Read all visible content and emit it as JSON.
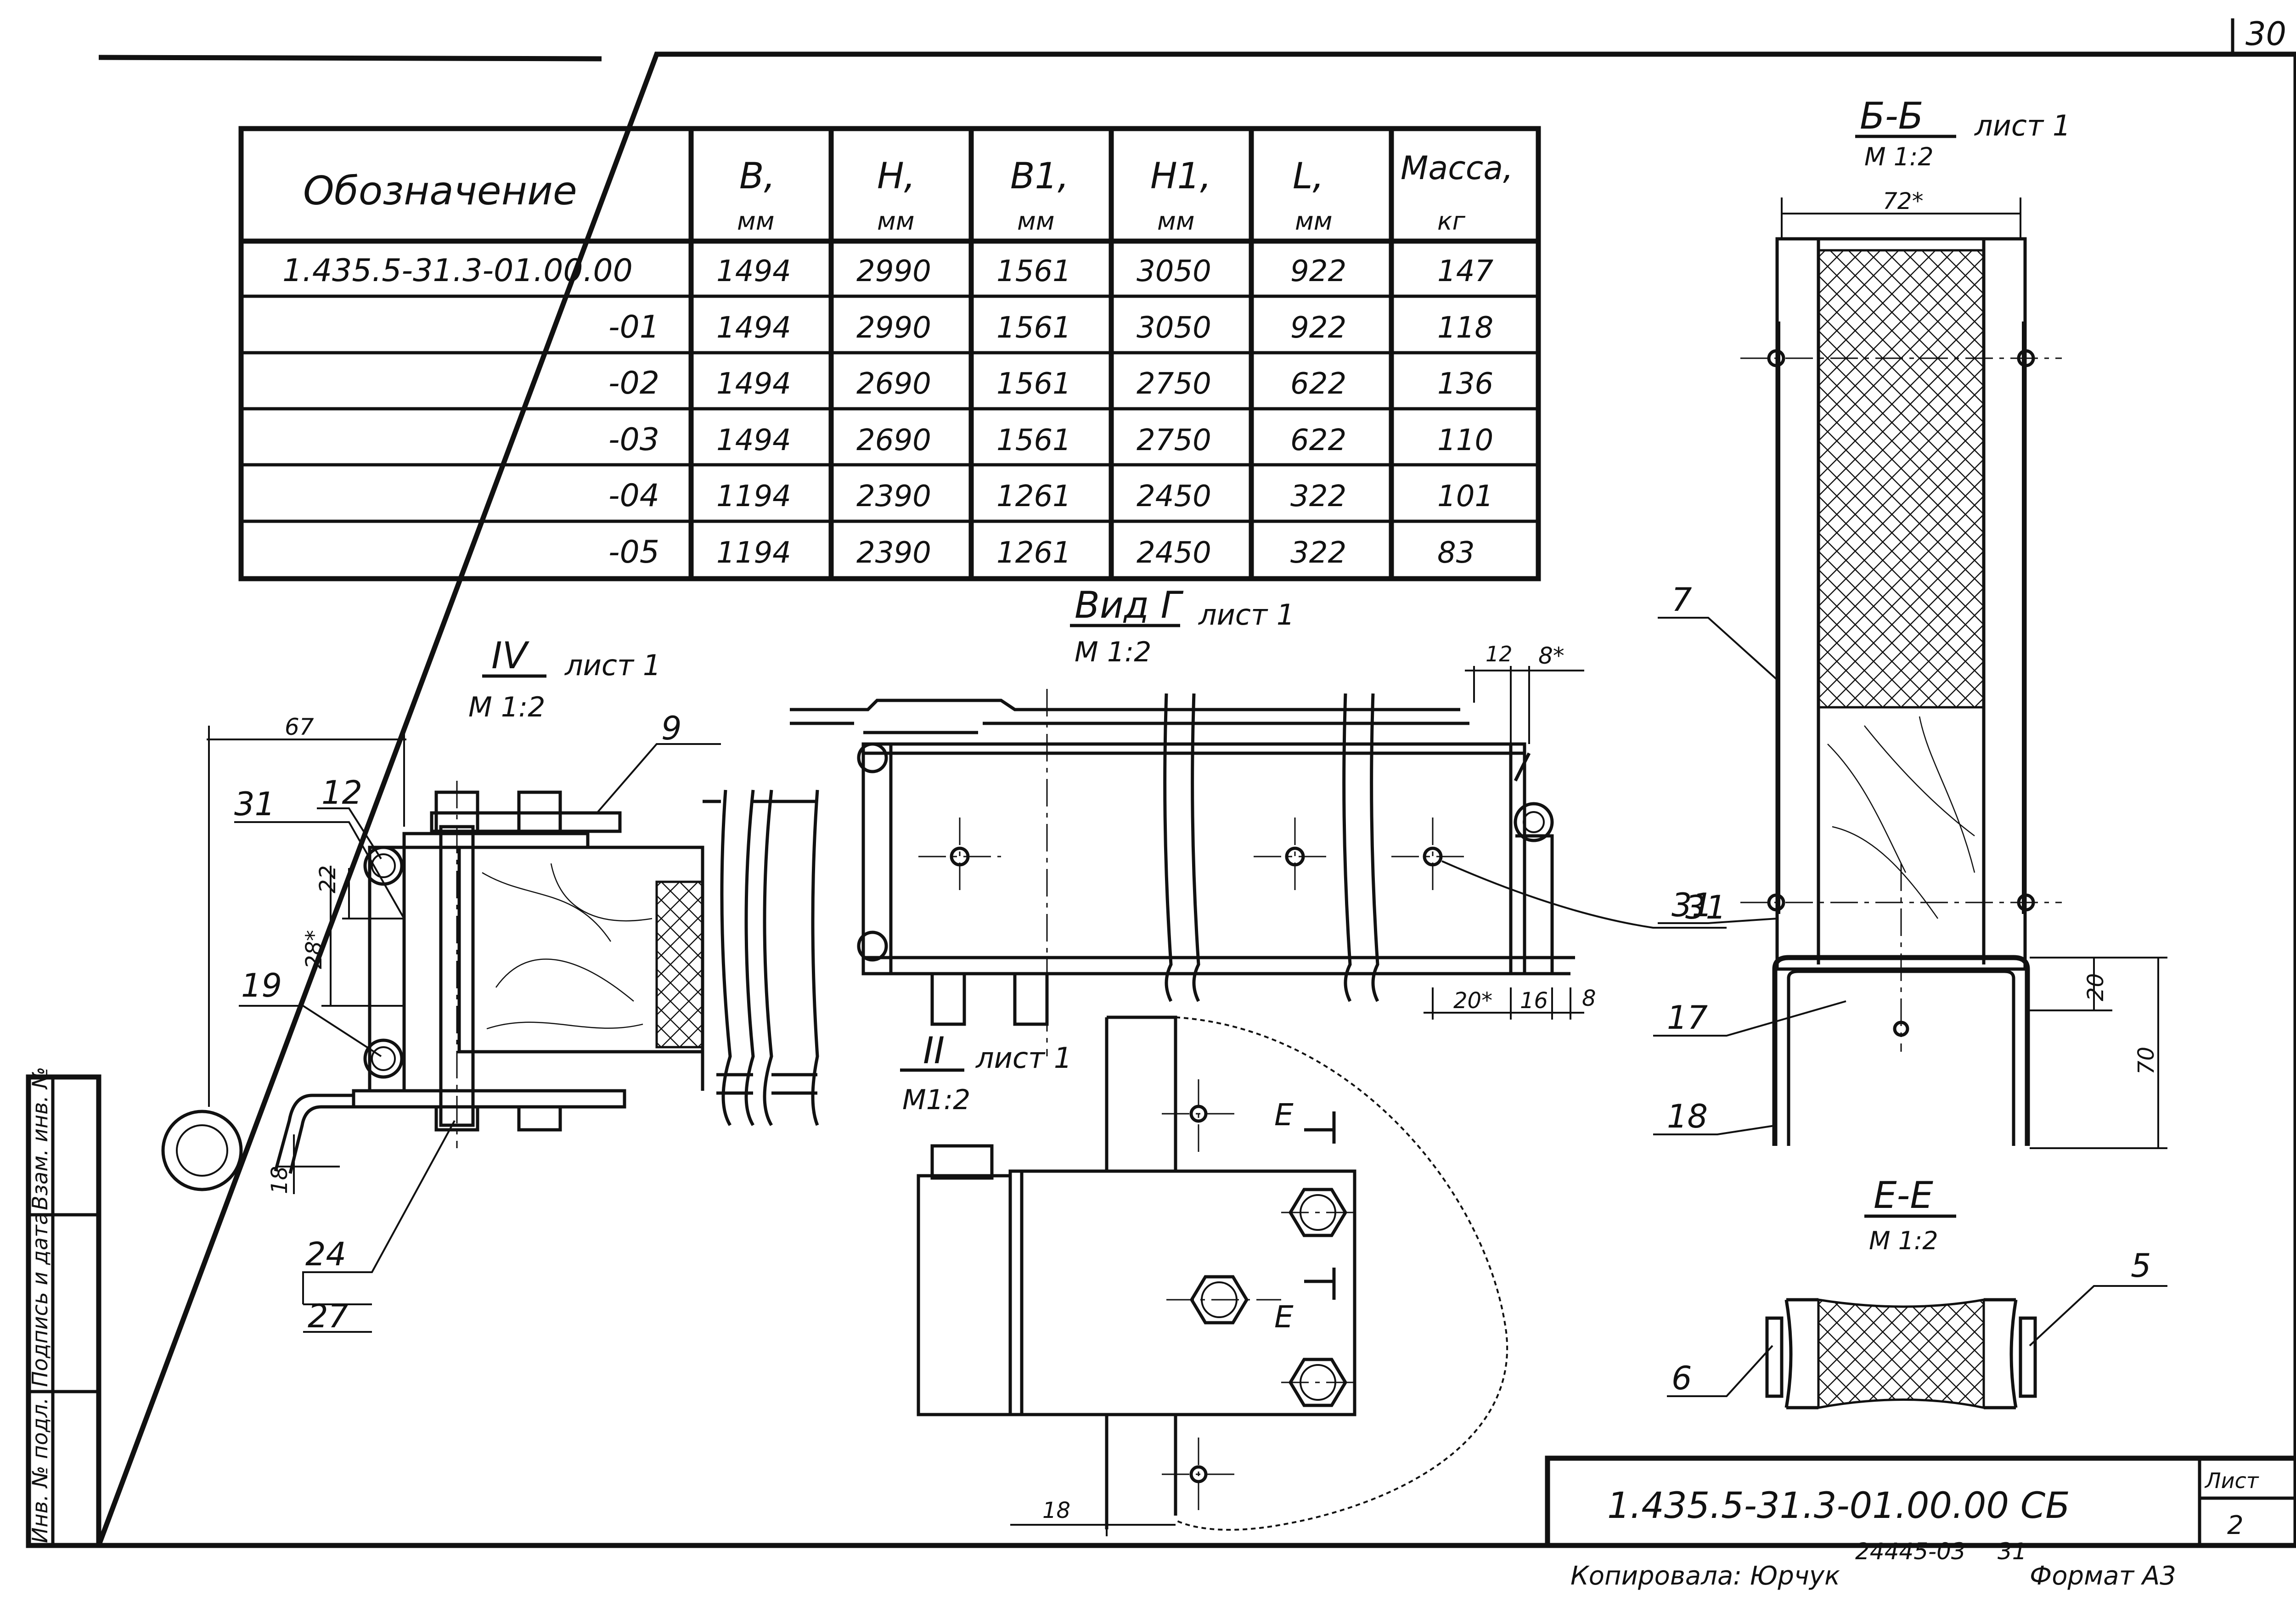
{
  "sheet": {
    "corner_number": "30",
    "sheet_label": "Лист",
    "sheet_number": "2",
    "designation": "1.435.5-31.3-01.00.00 СБ",
    "copied_by": "Копировала: Юрчук",
    "archive_code": "24445-03",
    "archive_suffix": "31",
    "format": "Формат А3",
    "side_stamp": [
      "Инв. № подл.",
      "Подпись и дата",
      "Взам. инв. №"
    ]
  },
  "table": {
    "headers": [
      {
        "name": "Обозначение",
        "unit": ""
      },
      {
        "name": "B,",
        "unit": "мм"
      },
      {
        "name": "H,",
        "unit": "мм"
      },
      {
        "name": "B1,",
        "unit": "мм"
      },
      {
        "name": "H1,",
        "unit": "мм"
      },
      {
        "name": "L,",
        "unit": "мм"
      },
      {
        "name": "Масса,",
        "unit": "кг"
      }
    ],
    "rows": [
      [
        "1.435.5-31.3-01.00.00",
        "1494",
        "2990",
        "1561",
        "3050",
        "922",
        "147"
      ],
      [
        "-01",
        "1494",
        "2990",
        "1561",
        "3050",
        "922",
        "118"
      ],
      [
        "-02",
        "1494",
        "2690",
        "1561",
        "2750",
        "622",
        "136"
      ],
      [
        "-03",
        "1494",
        "2690",
        "1561",
        "2750",
        "622",
        "110"
      ],
      [
        "-04",
        "1194",
        "2390",
        "1261",
        "2450",
        "322",
        "101"
      ],
      [
        "-05",
        "1194",
        "2390",
        "1261",
        "2450",
        "322",
        "83"
      ]
    ]
  },
  "views": {
    "iv": {
      "title": "IV",
      "sheet_ref": "лист 1",
      "scale": "М 1:2",
      "dims": [
        "67",
        "22",
        "28*",
        "18"
      ],
      "callouts": [
        "9",
        "31",
        "12",
        "19",
        "24",
        "27"
      ]
    },
    "vid_g": {
      "title": "Вид Г",
      "sheet_ref": "лист 1",
      "scale": "М 1:2",
      "dims": [
        "12",
        "8*",
        "20*",
        "16",
        "8"
      ]
    },
    "ii": {
      "title": "II",
      "sheet_ref": "лист 1",
      "scale": "М1:2",
      "dims": [
        "18"
      ],
      "section_mark": "Е"
    },
    "bb": {
      "title": "Б-Б",
      "sheet_ref": "лист 1",
      "scale": "М 1:2",
      "dims": [
        "72*",
        "20",
        "70"
      ],
      "callouts": [
        "7",
        "31",
        "17",
        "18"
      ]
    },
    "ee": {
      "title": "Е-Е",
      "scale": "М 1:2",
      "callouts": [
        "5",
        "6"
      ]
    }
  }
}
